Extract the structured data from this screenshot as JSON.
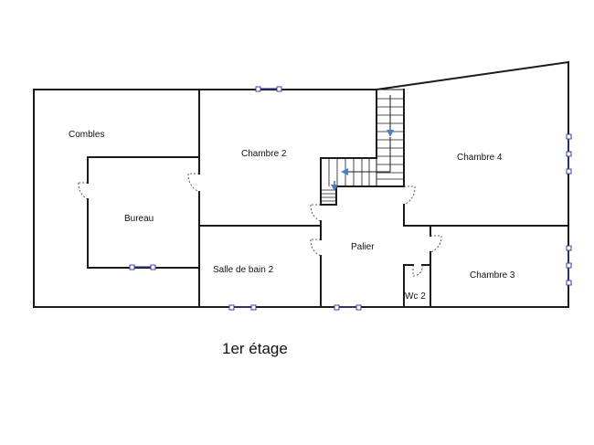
{
  "rooms": {
    "combles": "Combles",
    "bureau": "Bureau",
    "chambre2": "Chambre 2",
    "chambre4": "Chambre 4",
    "salle_de_bain2": "Salle de bain 2",
    "palier": "Palier",
    "chambre3": "Chambre 3",
    "wc2": "Wc 2"
  },
  "floor_title": "1er étage",
  "colors": {
    "walls": "#1a1a1a",
    "windows": "#3b3fa8",
    "stair_arrow": "#4a7fc0"
  }
}
